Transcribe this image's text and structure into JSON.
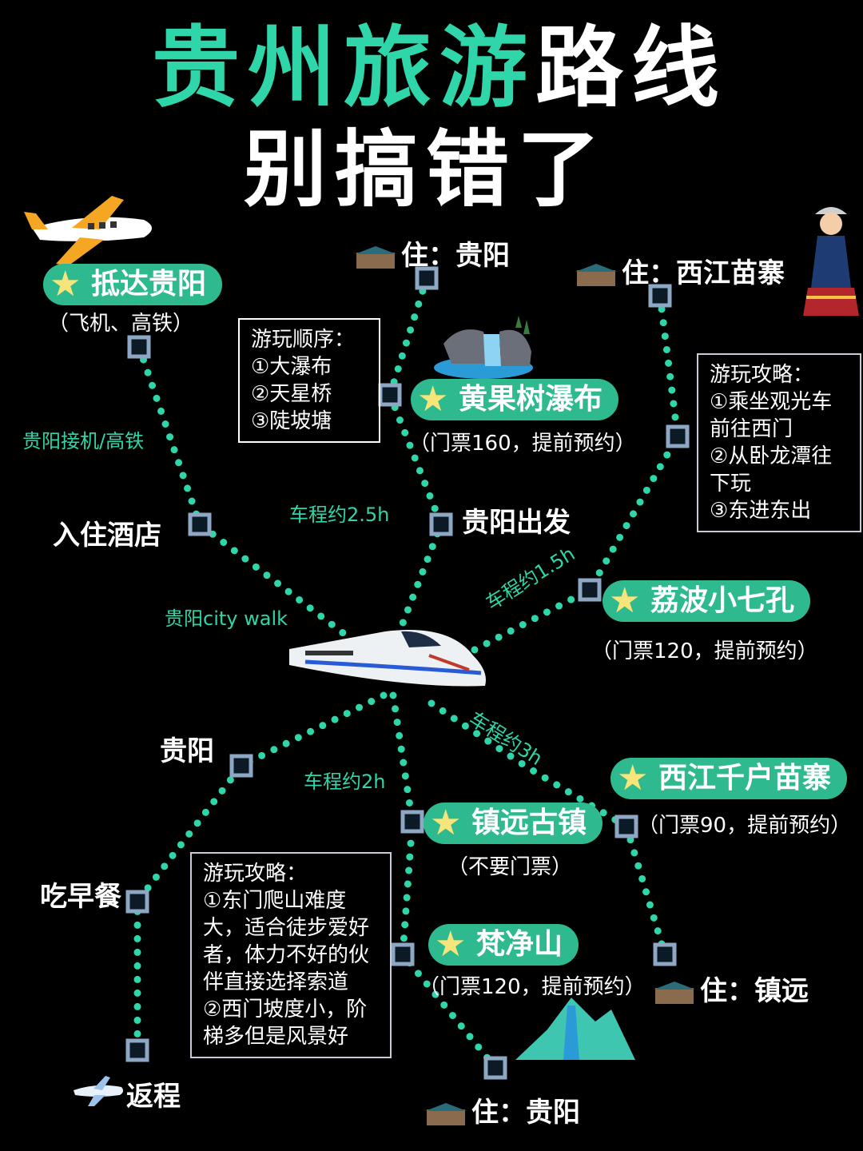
{
  "title": {
    "line1_green": "贵州旅游",
    "line1_white": "路线",
    "line2": "别搞错了"
  },
  "colors": {
    "accent": "#2fd6a9",
    "pill": "#2fb98f",
    "background": "#000000"
  },
  "routes": {
    "arrive": {
      "pill": "抵达贵阳",
      "note": "（飞机、高铁）",
      "edge_label": "贵阳接机/高铁",
      "stop": "入住酒店",
      "walk": "贵阳city walk"
    },
    "guiyang_start": {
      "hotel": "住：贵阳",
      "stop": "贵阳出发",
      "drive": "车程约2.5h"
    },
    "waterfall": {
      "pill": "黄果树瀑布",
      "note": "（门票160，提前预约）",
      "order_title": "游玩顺序：",
      "order": [
        "①大瀑布",
        "②天星桥",
        "③陡坡塘"
      ]
    },
    "xijiang_hotel": {
      "hotel": "住：西江苗寨"
    },
    "xijiang_guide": {
      "title": "游玩攻略：",
      "lines": [
        "①乘坐观光车",
        "前往西门",
        "②从卧龙潭往",
        "下玩",
        "③东进东出"
      ]
    },
    "libo": {
      "pill": "荔波小七孔",
      "note": "（门票120，提前预约）",
      "drive": "车程约1.5h"
    },
    "xijiang_village": {
      "pill": "西江千户苗寨",
      "note": "（门票90，提前预约）",
      "drive": "车程约3h"
    },
    "zhenyuan": {
      "pill": "镇远古镇",
      "note": "（不要门票）",
      "hotel": "住：镇远"
    },
    "fanjing": {
      "pill": "梵净山",
      "note": "（门票120，提前预约）",
      "drive": "车程约2h",
      "hotel": "住：贵阳",
      "guide_title": "游玩攻略：",
      "guide": [
        "①东门爬山难度",
        "大，适合徒步爱好",
        "者，体力不好的伙",
        "伴直接选择索道",
        "②西门坡度小，阶",
        "梯多但是风景好"
      ]
    },
    "return": {
      "stop1": "贵阳",
      "stop2": "吃早餐",
      "end": "返程"
    }
  },
  "icons": [
    "airplane-icon",
    "train-icon",
    "hotel-icon",
    "star-icon",
    "waterfall-icon",
    "mountain-icon",
    "miao-girl-icon",
    "small-plane-icon"
  ]
}
